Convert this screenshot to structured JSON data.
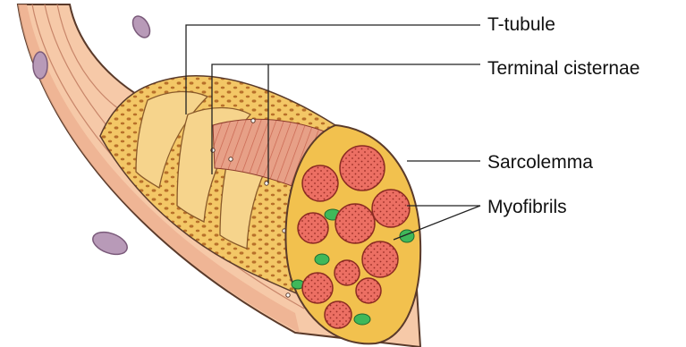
{
  "labels": {
    "t_tubule": "T-tubule",
    "terminal_cisternae": "Terminal cisternae",
    "sarcolemma": "Sarcolemma",
    "myofibrils": "Myofibrils"
  },
  "colors": {
    "sarcolemma_skin": "#f6c9a8",
    "outline": "#5a3a2a",
    "sarcoplasmic_reticulum": "#e9a43c",
    "t_tubule_band": "#f6d48c",
    "myofibril_fill": "#e86a5e",
    "myofibril_dot": "#8a2a22",
    "cytoplasm": "#f2c14e",
    "mitochondria": "#3fb85a",
    "nucleus": "#b89ab8",
    "leader_line": "#222222"
  }
}
